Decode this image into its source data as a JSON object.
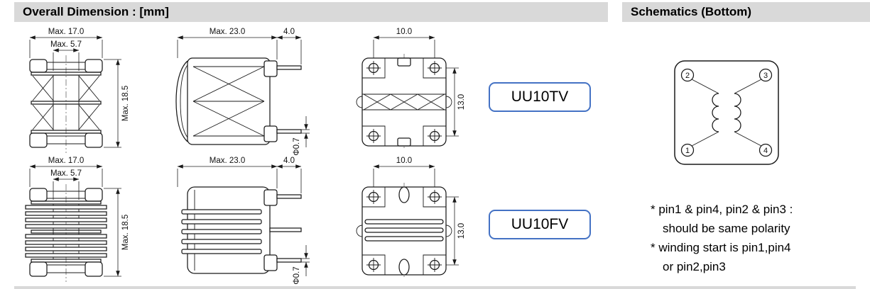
{
  "headers": {
    "left": "Overall Dimension : [mm]",
    "right": "Schematics (Bottom)"
  },
  "parts": [
    {
      "label": "UU10TV",
      "dims": {
        "width": "Max. 17.0",
        "inner_width": "Max. 5.7",
        "height": "Max. 18.5",
        "depth": "Max. 23.0",
        "lead_length": "4.0",
        "wire_diameter": "Φ0.7",
        "pin_span_x": "10.0",
        "pin_span_y": "13.0"
      }
    },
    {
      "label": "UU10FV",
      "dims": {
        "width": "Max. 17.0",
        "inner_width": "Max. 5.7",
        "height": "Max. 18.5",
        "depth": "Max. 23.0",
        "lead_length": "4.0",
        "wire_diameter": "Φ0.7",
        "pin_span_x": "10.0",
        "pin_span_y": "13.0"
      }
    }
  ],
  "schematic": {
    "pins": {
      "top_left": "2",
      "top_right": "3",
      "bottom_left": "1",
      "bottom_right": "4"
    },
    "notes": [
      "* pin1 & pin4, pin2 & pin3 :",
      "should be same polarity",
      "* winding start is pin1,pin4",
      "or pin2,pin3"
    ]
  },
  "colors": {
    "header_background": "#d9d9d9",
    "accent_blue": "#4472c4",
    "line_color": "#1a1a1a"
  }
}
